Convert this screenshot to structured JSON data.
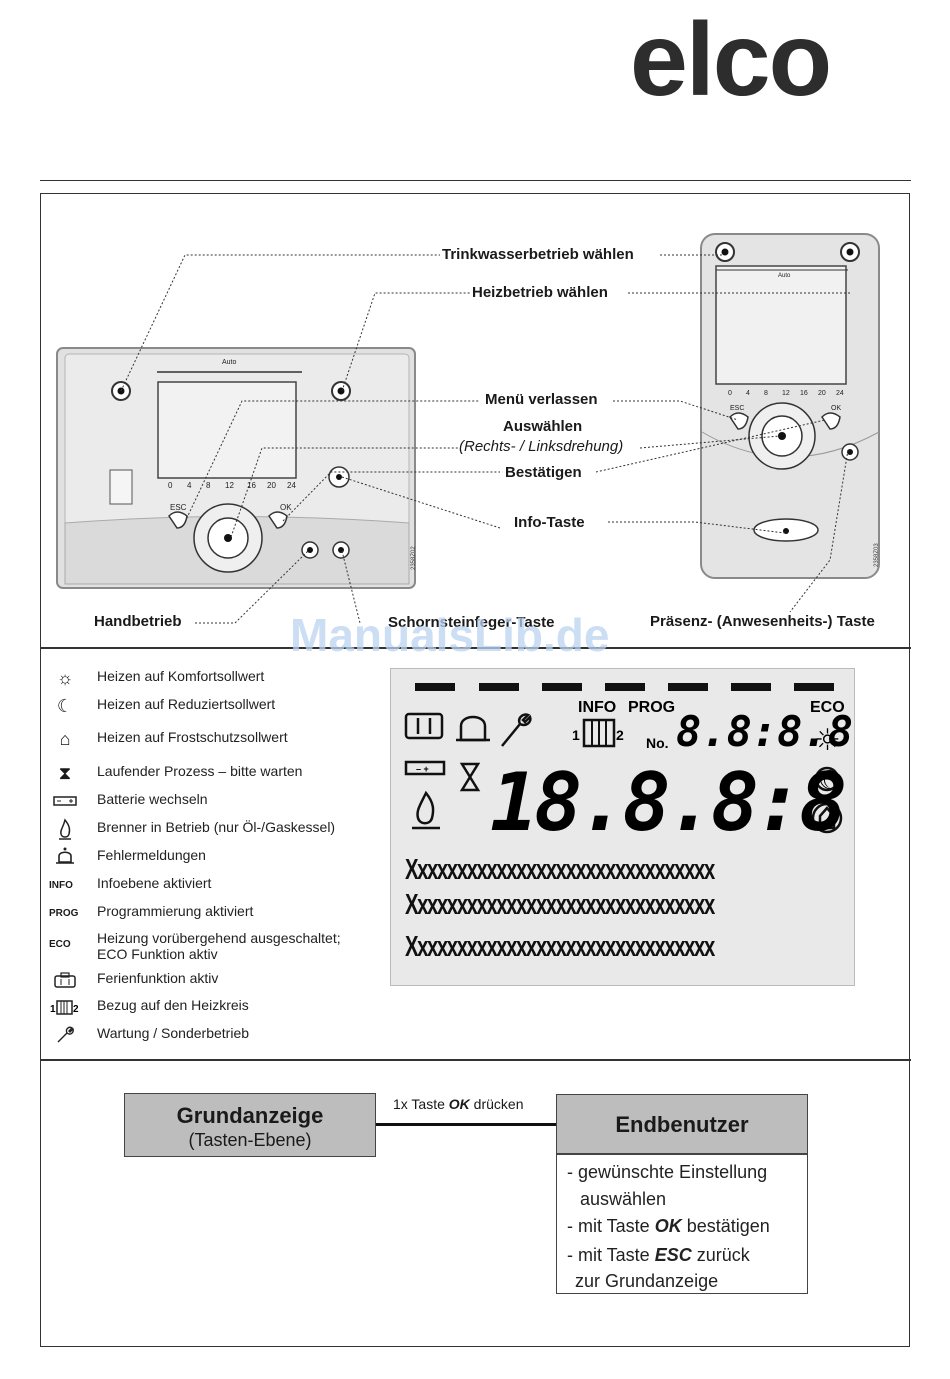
{
  "brand": {
    "logo_text": "elco"
  },
  "device_section": {
    "callouts": {
      "trinkwasser": "Trinkwasserbetrieb wählen",
      "heizbetrieb": "Heizbetrieb wählen",
      "menu_verlassen": "Menü verlassen",
      "auswaehlen": "Auswählen",
      "drehung": "(Rechts- / Linksdrehung)",
      "bestaetigen": "Bestätigen",
      "info_taste": "Info-Taste",
      "handbetrieb": "Handbetrieb",
      "schornsteinfeger": "Schornsteinfeger-Taste",
      "praesenz": "Präsenz- (Anwesenheits-) Taste"
    },
    "device_labels": {
      "auto": "Auto",
      "esc": "ESC",
      "ok": "OK",
      "scale": [
        "0",
        "4",
        "8",
        "12",
        "16",
        "20",
        "24"
      ],
      "left_code": "2358Z02",
      "right_code": "2358Z03"
    },
    "watermark": "ManualsLib.de"
  },
  "legend": [
    {
      "icon": "sun-icon",
      "text": "Heizen auf Komfortsollwert"
    },
    {
      "icon": "moon-icon",
      "text": "Heizen auf Reduziertsollwert"
    },
    {
      "icon": "frost-icon",
      "text": "Heizen auf Frostschutzsollwert"
    },
    {
      "icon": "hourglass-icon",
      "text": "Laufender Prozess – bitte warten"
    },
    {
      "icon": "battery-icon",
      "text": "Batterie wechseln"
    },
    {
      "icon": "flame-icon",
      "text": "Brenner in Betrieb (nur Öl-/Gaskessel)"
    },
    {
      "icon": "bell-icon",
      "text": "Fehlermeldungen"
    },
    {
      "icon_text": "INFO",
      "text": "Infoebene aktiviert"
    },
    {
      "icon_text": "PROG",
      "text": "Programmierung aktiviert"
    },
    {
      "icon_text": "ECO",
      "text": "Heizung vorübergehend ausgeschaltet;",
      "text2": "ECO Funktion aktiv"
    },
    {
      "icon": "suitcase-icon",
      "text": "Ferienfunktion aktiv"
    },
    {
      "icon": "radiator-icon",
      "text": "Bezug auf den Heizkreis"
    },
    {
      "icon": "wrench-icon",
      "text": "Wartung / Sonderbetrieb"
    }
  ],
  "lcd": {
    "info": "INFO",
    "prog": "PROG",
    "eco": "ECO",
    "no": "No.",
    "small_digits": "8.8:8.8",
    "big_digits": "18.8.8:8.8",
    "circuit_1": "1",
    "circuit_2": "2",
    "text_rows": [
      "Xxxxxxxxxxxxxxxxxxxxxxxxxxxxxxx",
      "Xxxxxxxxxxxxxxxxxxxxxxxxxxxxxxx",
      "Xxxxxxxxxxxxxxxxxxxxxxxxxxxxxxx"
    ]
  },
  "flow": {
    "left_title": "Grundanzeige",
    "left_sub": "(Tasten-Ebene)",
    "arrow_pre": "1x Taste ",
    "arrow_key": "OK",
    "arrow_post": " drücken",
    "right_title": "Endbenutzer",
    "steps": {
      "l1": "- gewünschte Einstellung",
      "l2": "auswählen",
      "l3_pre": "- mit Taste ",
      "l3_key": "OK",
      "l3_post": " bestätigen",
      "l4_pre": "- mit Taste ",
      "l4_key": "ESC",
      "l4_post": " zurück",
      "l5": "zur Grundanzeige"
    }
  }
}
